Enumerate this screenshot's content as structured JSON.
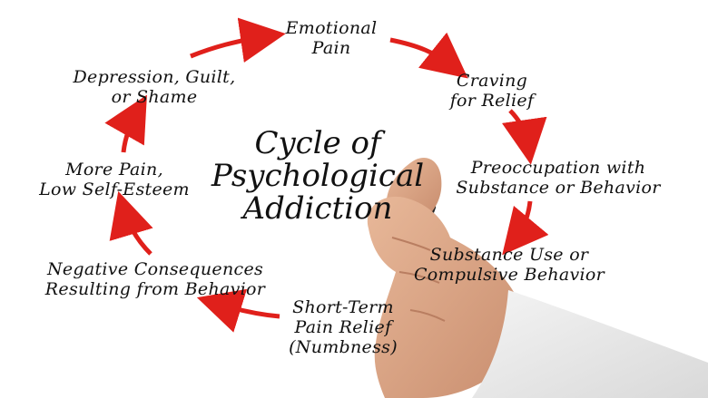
{
  "title": {
    "line1": "Cycle of",
    "line2": "Psychological",
    "line3": "Addiction"
  },
  "nodes": [
    {
      "lines": [
        "Emotional",
        "Pain"
      ]
    },
    {
      "lines": [
        "Craving",
        "for Relief"
      ]
    },
    {
      "lines": [
        "Preoccupation with",
        "Substance or Behavior"
      ]
    },
    {
      "lines": [
        "Substance Use or",
        "Compulsive Behavior"
      ]
    },
    {
      "lines": [
        "Short-Term",
        "Pain Relief",
        "(Numbness)"
      ]
    },
    {
      "lines": [
        "Negative Consequences",
        "Resulting from Behavior"
      ]
    },
    {
      "lines": [
        "More Pain,",
        "Low Self-Esteem"
      ]
    },
    {
      "lines": [
        "Depression, Guilt,",
        "or Shame"
      ]
    }
  ],
  "colors": {
    "arrow": "#e0201b",
    "text": "#111111",
    "background": "#ffffff"
  }
}
